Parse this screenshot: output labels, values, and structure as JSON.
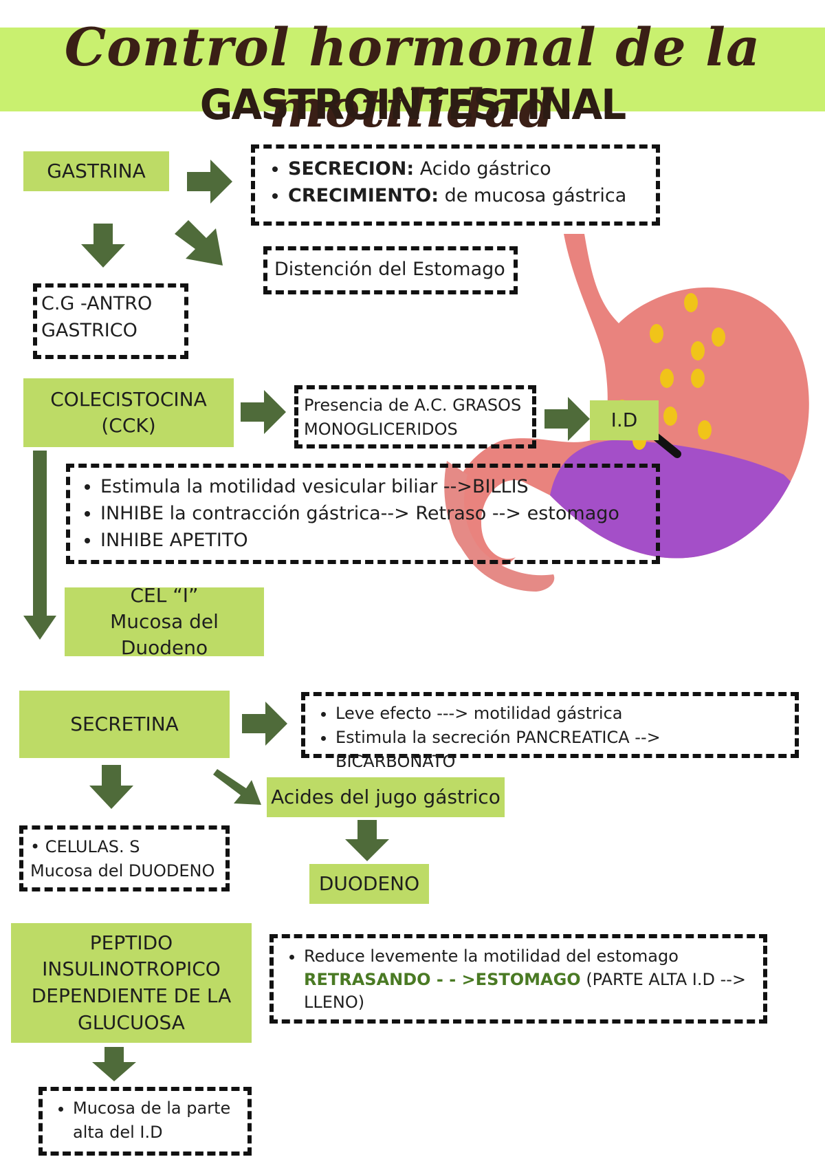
{
  "title": {
    "script": "Control hormonal de la motilidad",
    "bold": "GASTROINTESTINAL"
  },
  "gastrina": {
    "label": "GASTRINA",
    "effects": [
      {
        "key": "SECRECION:",
        "value": " Acido gástrico"
      },
      {
        "key": "CRECIMIENTO:",
        "value": " de mucosa gástrica"
      }
    ],
    "stimulus": "Distención del Estomago",
    "source": [
      "C.G -ANTRO",
      "GASTRICO"
    ]
  },
  "cck": {
    "label": [
      "COLECISTOCINA",
      "(CCK)"
    ],
    "stimulus": [
      "Presencia de A.C. GRASOS",
      "MONOGLICERIDOS"
    ],
    "target": "I.D",
    "effects": [
      "Estimula la motilidad vesicular biliar -->BILLIS",
      "INHIBE la contracción gástrica--> Retraso --> estomago",
      "INHIBE APETITO"
    ],
    "source": [
      "CEL “I”",
      "Mucosa del Duodeno"
    ]
  },
  "secretina": {
    "label": "SECRETINA",
    "effects": [
      "Leve efecto ---> motilidad gástrica",
      "Estimula la secreción PANCREATICA --> BICARBONATO"
    ],
    "stimulus": "Acides del jugo gástrico",
    "stimulus_target": "DUODENO",
    "source": [
      "CELULAS. S",
      "Mucosa del DUODENO"
    ]
  },
  "gip": {
    "label": [
      "PEPTIDO",
      "INSULINOTROPICO",
      "DEPENDIENTE DE LA",
      "GLUCUOSA"
    ],
    "effect_line1": "Reduce levemente la motilidad del estomago",
    "effect_highlight": "RETRASANDO - - >ESTOMAGO",
    "effect_rest": " (PARTE ALTA I.D -->",
    "effect_line3": "LLENO)",
    "source": [
      "Mucosa de la parte",
      "alta del I.D"
    ]
  },
  "colors": {
    "banner": "#c9f06f",
    "box_green": "#bddb66",
    "arrow": "#4f6b3a",
    "highlight": "#4a7a24"
  }
}
